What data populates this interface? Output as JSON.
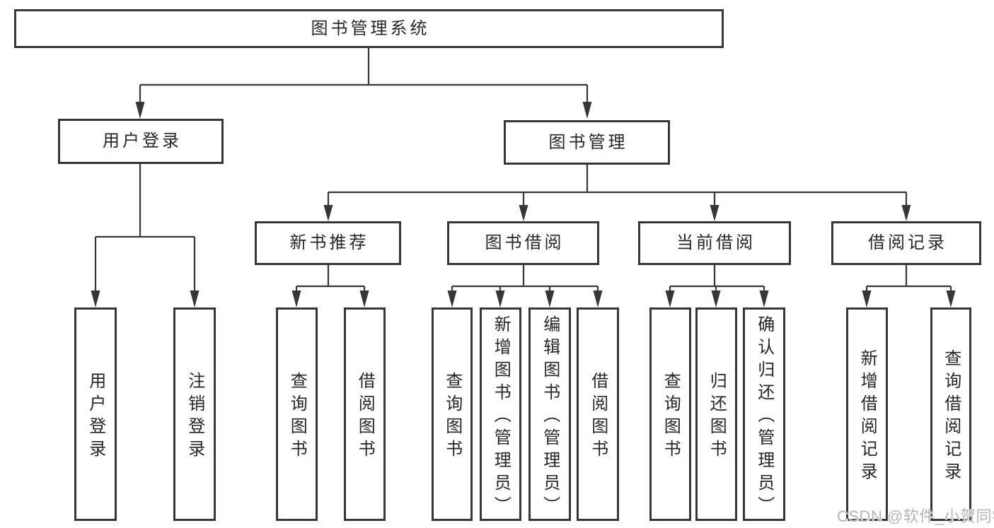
{
  "diagram": {
    "root": "图书管理系统",
    "level2": {
      "user_login": "用户登录",
      "book_management": "图书管理"
    },
    "level3": {
      "new_book_recommendation": "新书推荐",
      "book_borrowing": "图书借阅",
      "current_borrowing": "当前借阅",
      "borrowing_records": "借阅记录"
    },
    "leaves": {
      "user_login": "用户登录",
      "logout": "注销登录",
      "rec_query_books": "查询图书",
      "rec_borrow_books": "借阅图书",
      "bb_query_books": "查询图书",
      "bb_add_books_admin": "新增图书（管理员）",
      "bb_edit_books_admin": "编辑图书（管理员）",
      "bb_borrow_books": "借阅图书",
      "cb_query_books": "查询图书",
      "cb_return_books": "归还图书",
      "cb_confirm_return_admin": "确认归还（管理员）",
      "br_add_record": "新增借阅记录",
      "br_query_record": "查询借阅记录"
    }
  },
  "watermark": "CSDN @软件_小贺同学",
  "colors": {
    "line": "#363636",
    "text": "#262626",
    "watermark": "#b4b4b4",
    "background": "#ffffff"
  }
}
